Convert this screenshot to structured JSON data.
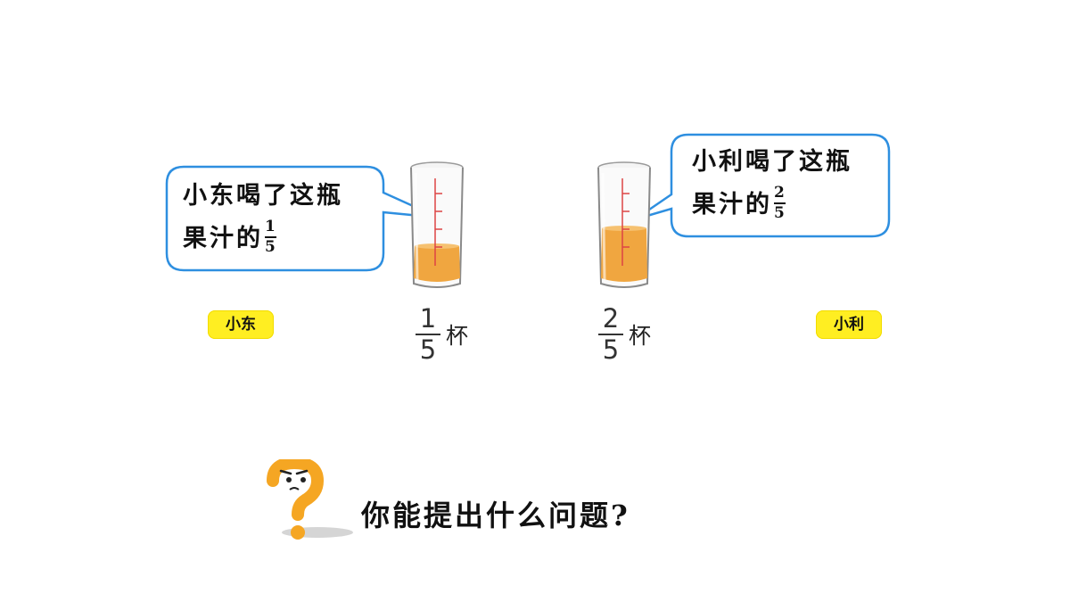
{
  "bubbles": {
    "left": {
      "line1": "小东喝了这瓶",
      "line2": "果汁的",
      "frac_num": "1",
      "frac_den": "5"
    },
    "right": {
      "line1": "小利喝了这瓶",
      "line2": "果汁的",
      "frac_num": "2",
      "frac_den": "5"
    }
  },
  "tags": {
    "left": "小东",
    "right": "小利"
  },
  "cups": {
    "left": {
      "num": "1",
      "den": "5",
      "unit": "杯",
      "fill_fraction": 0.2
    },
    "right": {
      "num": "2",
      "den": "5",
      "unit": "杯",
      "fill_fraction": 0.4
    }
  },
  "question": {
    "text": "你能提出什么问题?"
  },
  "colors": {
    "bubble_border": "#2e8fe0",
    "juice": "#f0a640",
    "tag": "#ffee22",
    "question_mark": "#f5a623"
  }
}
